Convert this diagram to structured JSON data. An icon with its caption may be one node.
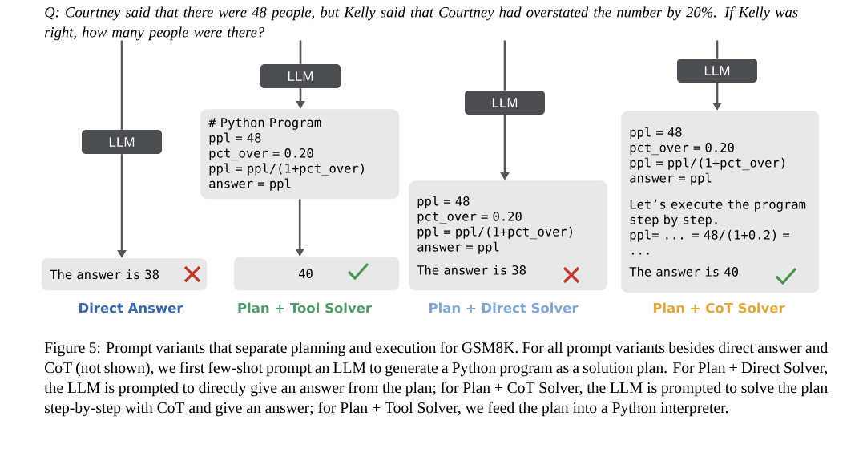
{
  "diagram": {
    "nodes": [
      {
        "text": [
          "Q: Courtney said that there were 48 people, but Kelly said that Courtney had overstated the number by 20%. If Kelly was right, how many people were there?"
        ]
      },
      {
        "text": [
          "LLM"
        ]
      },
      {
        "text": [
          "The answer is 38"
        ]
      },
      {
        "text": [
          "LLM"
        ]
      },
      {
        "text": [
          "# Python Program",
          "ppl = 48",
          "pct_over = 0.20",
          "ppl = ppl/(1+pct_over)",
          "answer = ppl"
        ]
      },
      {
        "text": [
          "40"
        ]
      },
      {
        "text": [
          "LLM"
        ]
      },
      {
        "text": [
          "ppl = 48",
          "pct_over = 0.20",
          "ppl = ppl/(1+pct_over)",
          "answer = ppl",
          "The answer is 38"
        ]
      },
      {
        "text": [
          "LLM"
        ]
      },
      {
        "text": [
          "ppl = 48",
          "pct_over = 0.20",
          "ppl = ppl/(1+pct_over)",
          "answer = ppl",
          "Let’s execute the program step by step.",
          "ppl= ... = 48/(1+0.2) =",
          "...",
          "The answer is 40"
        ]
      }
    ],
    "edges": [
      {
        "from": 0,
        "to": 1,
        "arrow": "none"
      },
      {
        "from": 1,
        "to": 2,
        "arrow": "to"
      },
      {
        "from": 0,
        "to": 3,
        "arrow": "none"
      },
      {
        "from": 3,
        "to": 4,
        "arrow": "to"
      },
      {
        "from": 4,
        "to": 5,
        "arrow": "to"
      },
      {
        "from": 0,
        "to": 6,
        "arrow": "none"
      },
      {
        "from": 6,
        "to": 7,
        "arrow": "to"
      },
      {
        "from": 0,
        "to": 8,
        "arrow": "none"
      },
      {
        "from": 8,
        "to": 9,
        "arrow": "to"
      }
    ],
    "labels": [
      "Direct Answer",
      "Plan + Tool Solver",
      "Plan + Direct Solver",
      "Plan + CoT Solver"
    ],
    "caption": "Figure 5: Prompt variants that separate planning and execution for GSM8K. For all prompt variants besides direct answer and CoT (not shown), we first few-shot prompt an LLM to generate a Python program as a solution plan. For Plan + Direct Solver, the LLM is prompted to directly give an answer from the plan; for Plan + CoT Solver, the LLM is prompted to solve the plan step-by-step with CoT and give an answer; for Plan + Tool Solver, we feed the plan into a Python interpreter."
  }
}
